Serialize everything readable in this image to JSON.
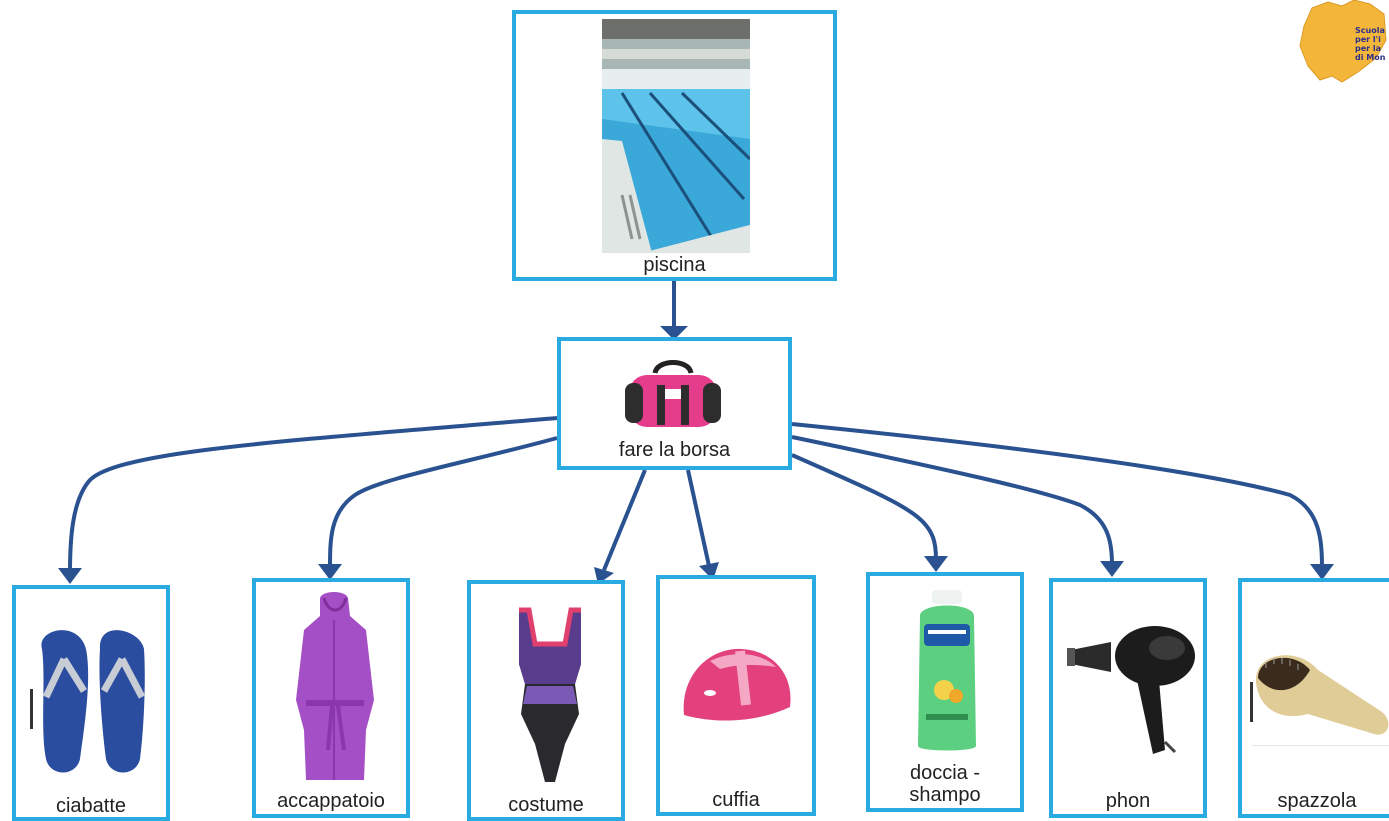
{
  "diagram": {
    "root": {
      "label": "piscina",
      "icon": "swimming-pool-photo"
    },
    "hub": {
      "label": "fare la borsa",
      "icon": "sports-bag-icon"
    },
    "items": [
      {
        "label": "ciabatte",
        "icon": "flip-flops-icon"
      },
      {
        "label": "accappatoio",
        "icon": "bathrobe-icon"
      },
      {
        "label": "costume",
        "icon": "swimsuit-icon"
      },
      {
        "label": "cuffia",
        "icon": "swim-cap-icon"
      },
      {
        "label": "doccia - shampo",
        "icon": "shampoo-bottle-icon"
      },
      {
        "label": "phon",
        "icon": "hair-dryer-icon"
      },
      {
        "label": "spazzola",
        "icon": "hairbrush-icon"
      }
    ]
  },
  "logo": {
    "lines": [
      "Scuola",
      "per l'i",
      "per la",
      "di Mon"
    ],
    "color": "#f4b63a",
    "text_color": "#2b2f8c"
  },
  "colors": {
    "border": "#29abe2",
    "arrow": "#2a5290"
  }
}
